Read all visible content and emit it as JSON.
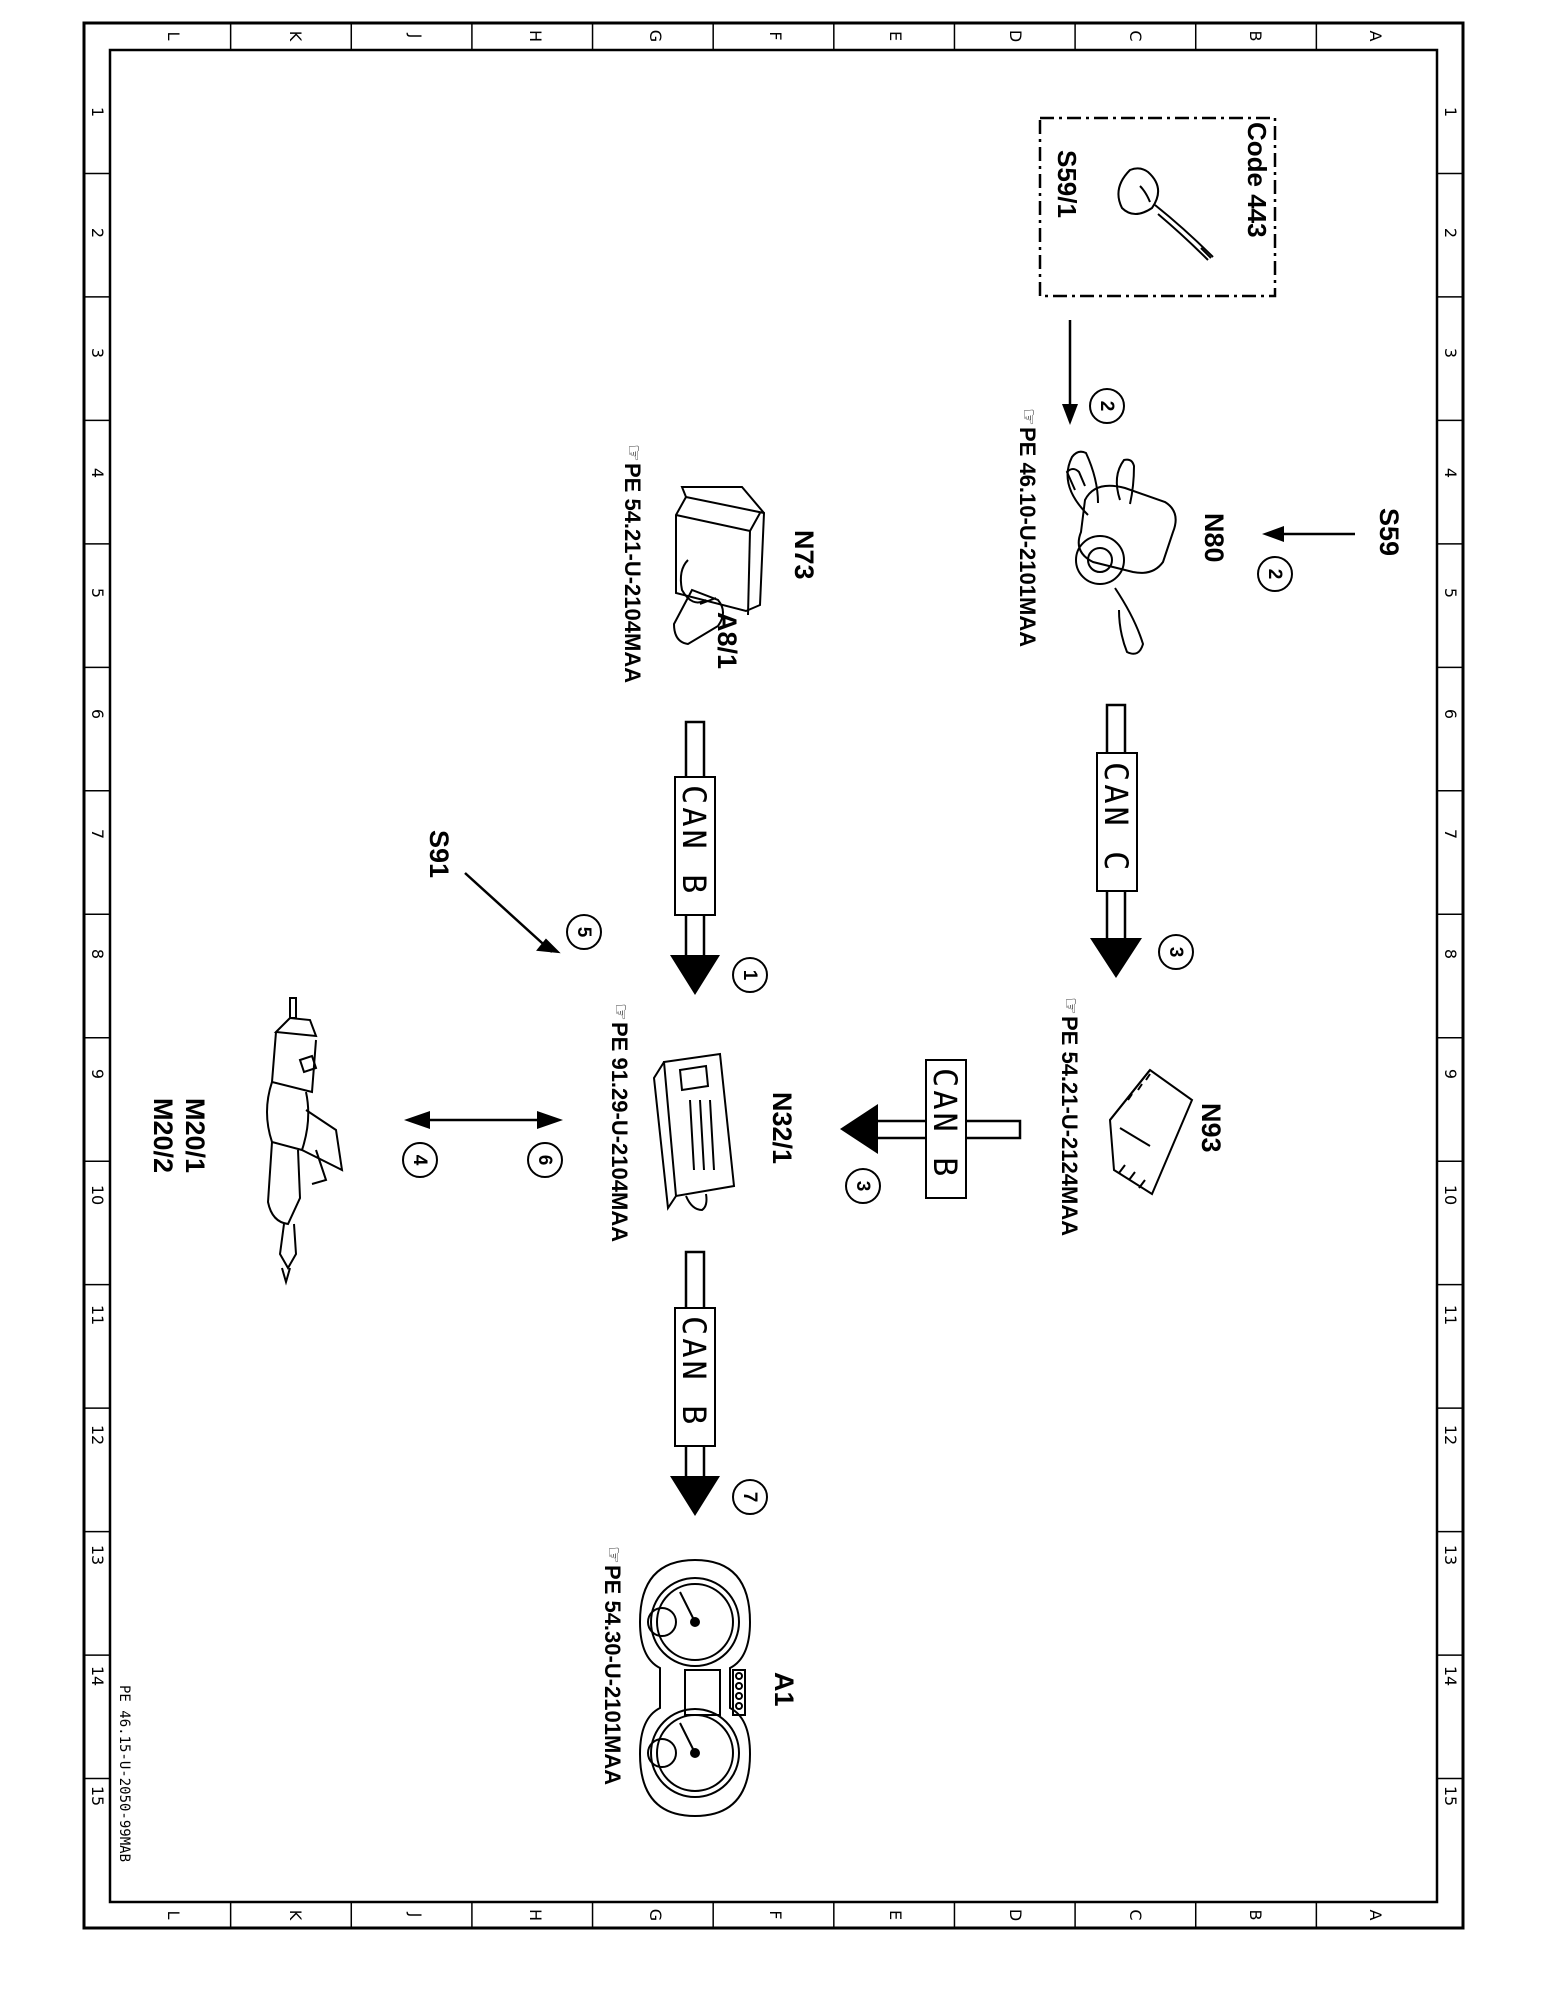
{
  "frame": {
    "col_letters": [
      "L",
      "K",
      "J",
      "H",
      "G",
      "F",
      "E",
      "D",
      "C",
      "B",
      "A"
    ],
    "row_numbers": [
      "1",
      "2",
      "3",
      "4",
      "5",
      "6",
      "7",
      "8",
      "9",
      "10",
      "11",
      "12",
      "13",
      "14",
      "15"
    ],
    "doc_ref": "PE 46.15-U-2050-99MAB"
  },
  "components": {
    "s59_1": {
      "id": "S59/1",
      "code": "Code 443"
    },
    "s59": {
      "id": "S59"
    },
    "n80": {
      "id": "N80",
      "ref": "PE 46.10-U-2101MAA"
    },
    "n73": {
      "id": "N73",
      "sub_id": "A8/1",
      "ref": "PE 54.21-U-2104MAA"
    },
    "n93": {
      "id": "N93",
      "ref": "PE 54.21-U-2124MAA"
    },
    "n32_1": {
      "id": "N32/1",
      "ref": "PE 91.29-U-2104MAA"
    },
    "s91": {
      "id": "S91"
    },
    "m20": {
      "id_1": "M20/1",
      "id_2": "M20/2"
    },
    "a1": {
      "id": "A1",
      "ref": "PE 54.30-U-2101MAA"
    }
  },
  "buses": {
    "can_c": "CAN C",
    "can_b_1": "CAN B",
    "can_b_3": "CAN B",
    "can_b_7": "CAN B"
  },
  "steps": {
    "s1": "1",
    "s2a": "2",
    "s2b": "2",
    "s3a": "3",
    "s3b": "3",
    "s4": "4",
    "s5": "5",
    "s6": "6",
    "s7": "7"
  }
}
